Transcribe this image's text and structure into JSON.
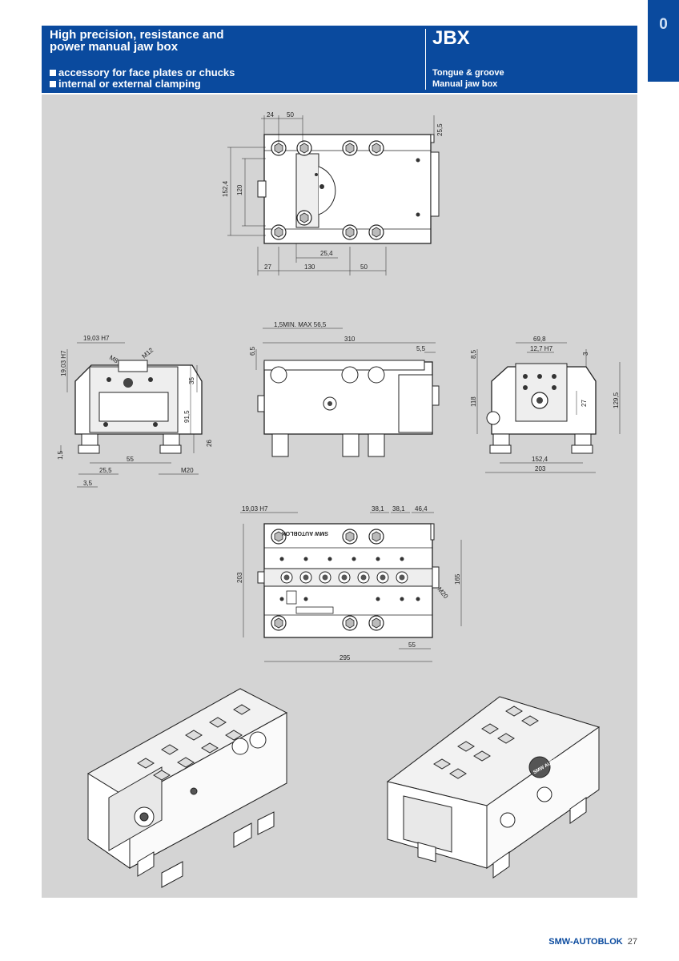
{
  "header": {
    "title_line1": "High precision, resistance and",
    "title_line2": "power manual jaw box",
    "bullet1": "accessory for face plates or chucks",
    "bullet2": "internal or external clamping",
    "code": "JBX",
    "sub1": "Tongue & groove",
    "sub2": "Manual jaw box"
  },
  "tab": {
    "label": "0"
  },
  "drawings": {
    "top_view": {
      "dims": [
        "24",
        "50",
        "25,5",
        "152,4",
        "120",
        "25,4",
        "27",
        "130",
        "50"
      ]
    },
    "left_view": {
      "dims": [
        "19,03 H7",
        "19,03 H7",
        "M8",
        "M12",
        "35",
        "91,5",
        "26",
        "1,5",
        "55",
        "25,5",
        "M20",
        "3,5"
      ]
    },
    "front_view": {
      "dims": [
        "1,5MIN. MAX 56,5",
        "6,5",
        "310",
        "5,5"
      ]
    },
    "right_view": {
      "dims": [
        "69,8",
        "12,7 H7",
        "8,5",
        "3",
        "118",
        "129,5",
        "27",
        "152,4",
        "203"
      ]
    },
    "plan_view": {
      "dims": [
        "19,03 H7",
        "38,1",
        "38,1",
        "46,4",
        "203",
        "165",
        "M20",
        "55",
        "295"
      ],
      "logo_text": "SMW AUTOBLOK"
    },
    "iso_right_logo": "SMW AUTOBLOK"
  },
  "footer": {
    "brand": "SMW-AUTOBLOK",
    "page": "27"
  }
}
